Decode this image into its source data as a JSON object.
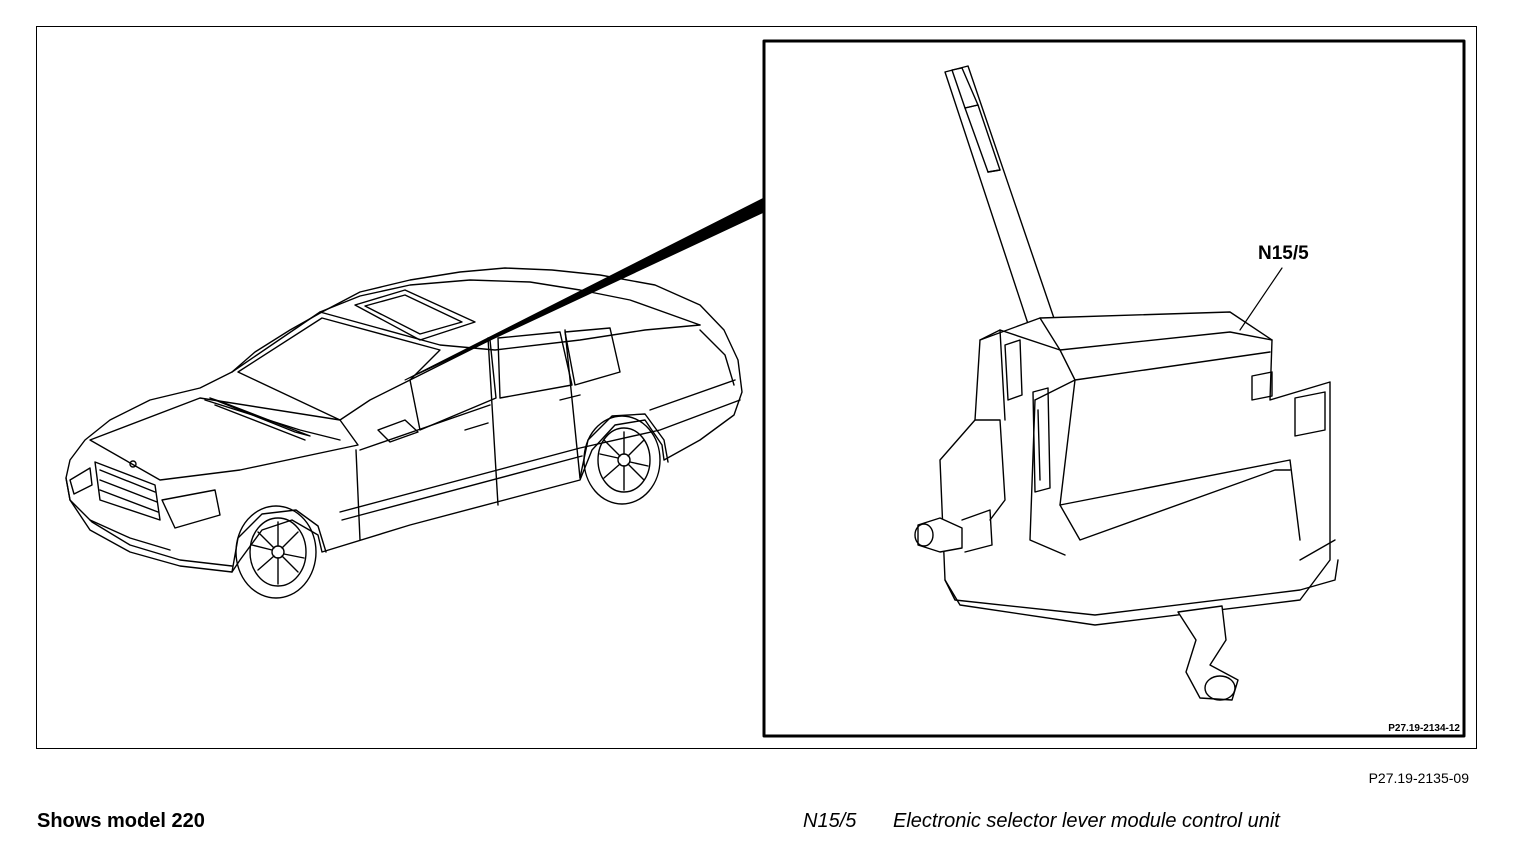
{
  "diagram": {
    "callout_label": "N15/5",
    "inner_figure_ref": "P27.19-2134-12"
  },
  "figure_ref": "P27.19-2135-09",
  "caption": {
    "model_text": "Shows model 220",
    "legend": [
      {
        "code": "N15/5",
        "description": "Electronic selector lever module control unit"
      }
    ]
  }
}
